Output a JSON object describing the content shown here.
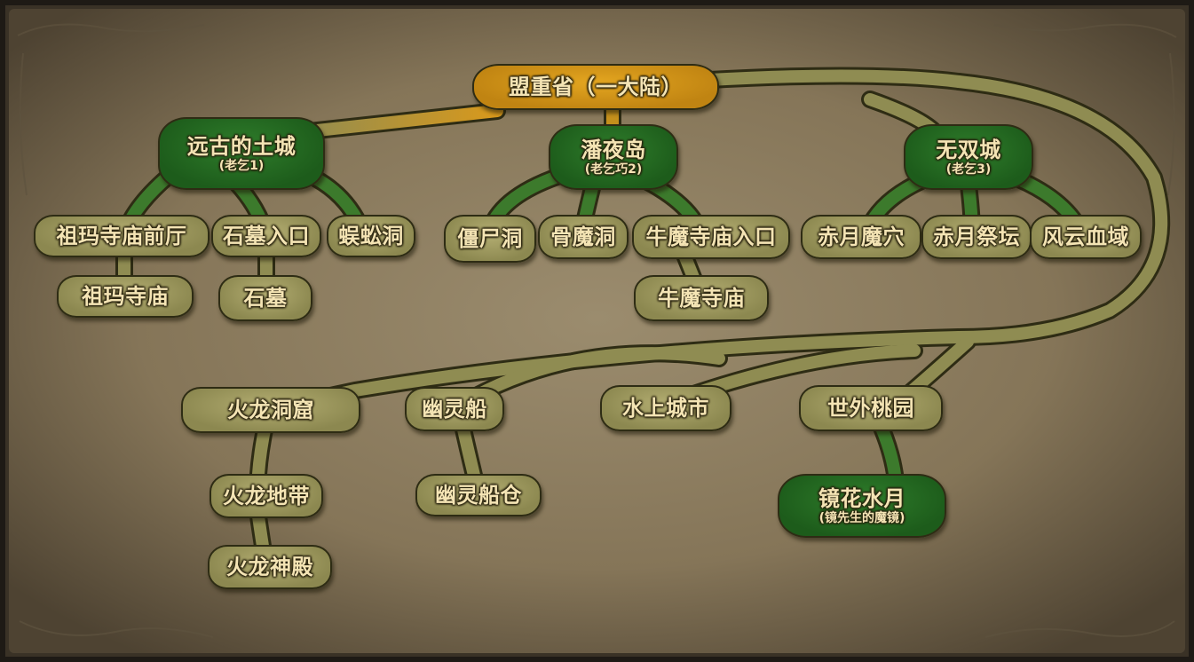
{
  "map": {
    "colors": {
      "parchment": "#8a7a5e",
      "path": "#8f8c52",
      "path_outline": "#2e2c14",
      "town": "#236b22",
      "capital": "#d8991c",
      "dungeon": "#a29c62"
    },
    "nodes": {
      "mengzhong": {
        "title": "盟重省（一大陆）"
      },
      "tucheng": {
        "title": "远古的土城",
        "subtitle": "(老乞1)"
      },
      "panye": {
        "title": "潘夜岛",
        "subtitle": "(老乞巧2)"
      },
      "wushuang": {
        "title": "无双城",
        "subtitle": "(老乞3)"
      },
      "zuma_hall": {
        "title": "祖玛寺庙前厅"
      },
      "shimu_gate": {
        "title": "石墓入口"
      },
      "centipede": {
        "title": "蜈蚣洞"
      },
      "zuma": {
        "title": "祖玛寺庙"
      },
      "shimu": {
        "title": "石墓"
      },
      "zombie": {
        "title": "僵尸洞"
      },
      "bone": {
        "title": "骨魔洞"
      },
      "niumo_gate": {
        "title": "牛魔寺庙入口"
      },
      "niumo": {
        "title": "牛魔寺庙"
      },
      "chiyue_cave": {
        "title": "赤月魔穴"
      },
      "chiyue_altar": {
        "title": "赤月祭坛"
      },
      "fengyun": {
        "title": "风云血域"
      },
      "huolong_cave": {
        "title": "火龙洞窟"
      },
      "huolong_zone": {
        "title": "火龙地带"
      },
      "huolong_temple": {
        "title": "火龙神殿"
      },
      "ghost_ship": {
        "title": "幽灵船"
      },
      "ghost_hold": {
        "title": "幽灵船仓"
      },
      "water_city": {
        "title": "水上城市"
      },
      "taoyuan": {
        "title": "世外桃园"
      },
      "mirror": {
        "title": "镜花水月",
        "subtitle": "(镜先生的魔镜)"
      }
    }
  }
}
